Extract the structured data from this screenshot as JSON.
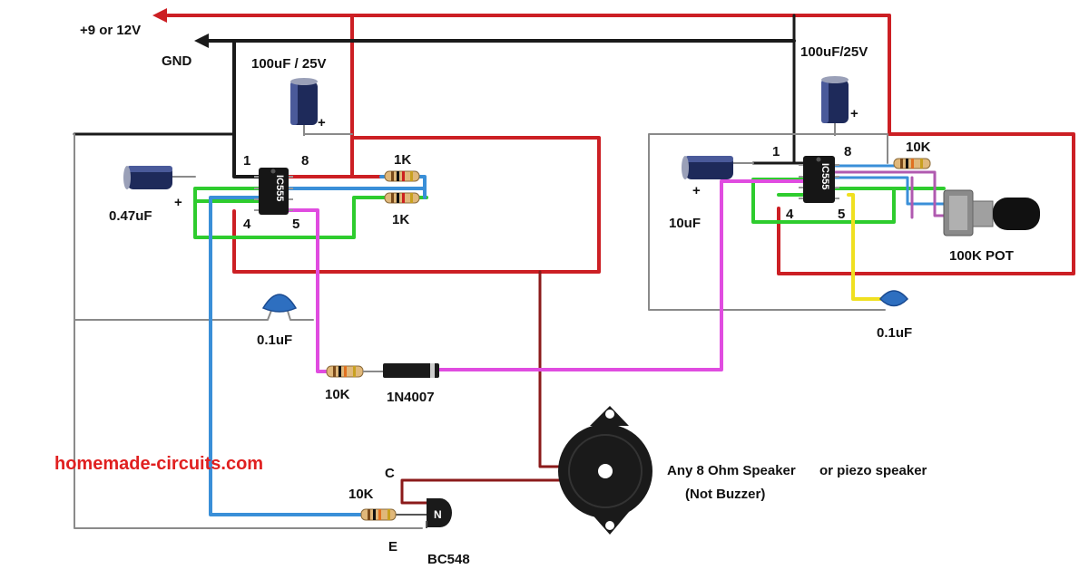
{
  "colors": {
    "red": "#cc1f24",
    "black": "#1a1a1a",
    "green": "#2ecc2e",
    "blue": "#3a8fd8",
    "magenta": "#e04ce0",
    "gray": "#8a8a8a",
    "yellow": "#f0e020",
    "dark_red": "#8b1a1a",
    "watermark": "#e02020"
  },
  "supply": {
    "positive_label": "+9 or 12V",
    "ground_label": "GND"
  },
  "left_stage": {
    "ic_label": "IC555",
    "pin1": "1",
    "pin8": "8",
    "pin4": "4",
    "pin5": "5",
    "cap_top_label": "100uF / 25V",
    "cap_top_polarity": "+",
    "cap_timing_label": "0.47uF",
    "cap_timing_polarity": "+",
    "res_top_label": "1K",
    "res_bottom_label": "1K",
    "cap_ceramic_label": "0.1uF"
  },
  "right_stage": {
    "ic_label": "IC555",
    "pin1": "1",
    "pin8": "8",
    "pin4": "4",
    "pin5": "5",
    "cap_top_label": "100uF/25V",
    "cap_top_polarity": "+",
    "cap_timing_label": "10uF",
    "cap_timing_polarity": "+",
    "res_label": "10K",
    "pot_label": "100K POT",
    "cap_ceramic_label": "0.1uF"
  },
  "modulation": {
    "resistor_label": "10K",
    "diode_label": "1N4007"
  },
  "output": {
    "base_resistor_label": "10K",
    "transistor_label": "BC548",
    "transistor_marking": "N",
    "collector_label": "C",
    "emitter_label": "E",
    "speaker_label": "Any 8 Ohm Speaker",
    "speaker_alt_label": "or piezo speaker",
    "speaker_note": "(Not Buzzer)"
  },
  "watermark": "homemade-circuits.com"
}
